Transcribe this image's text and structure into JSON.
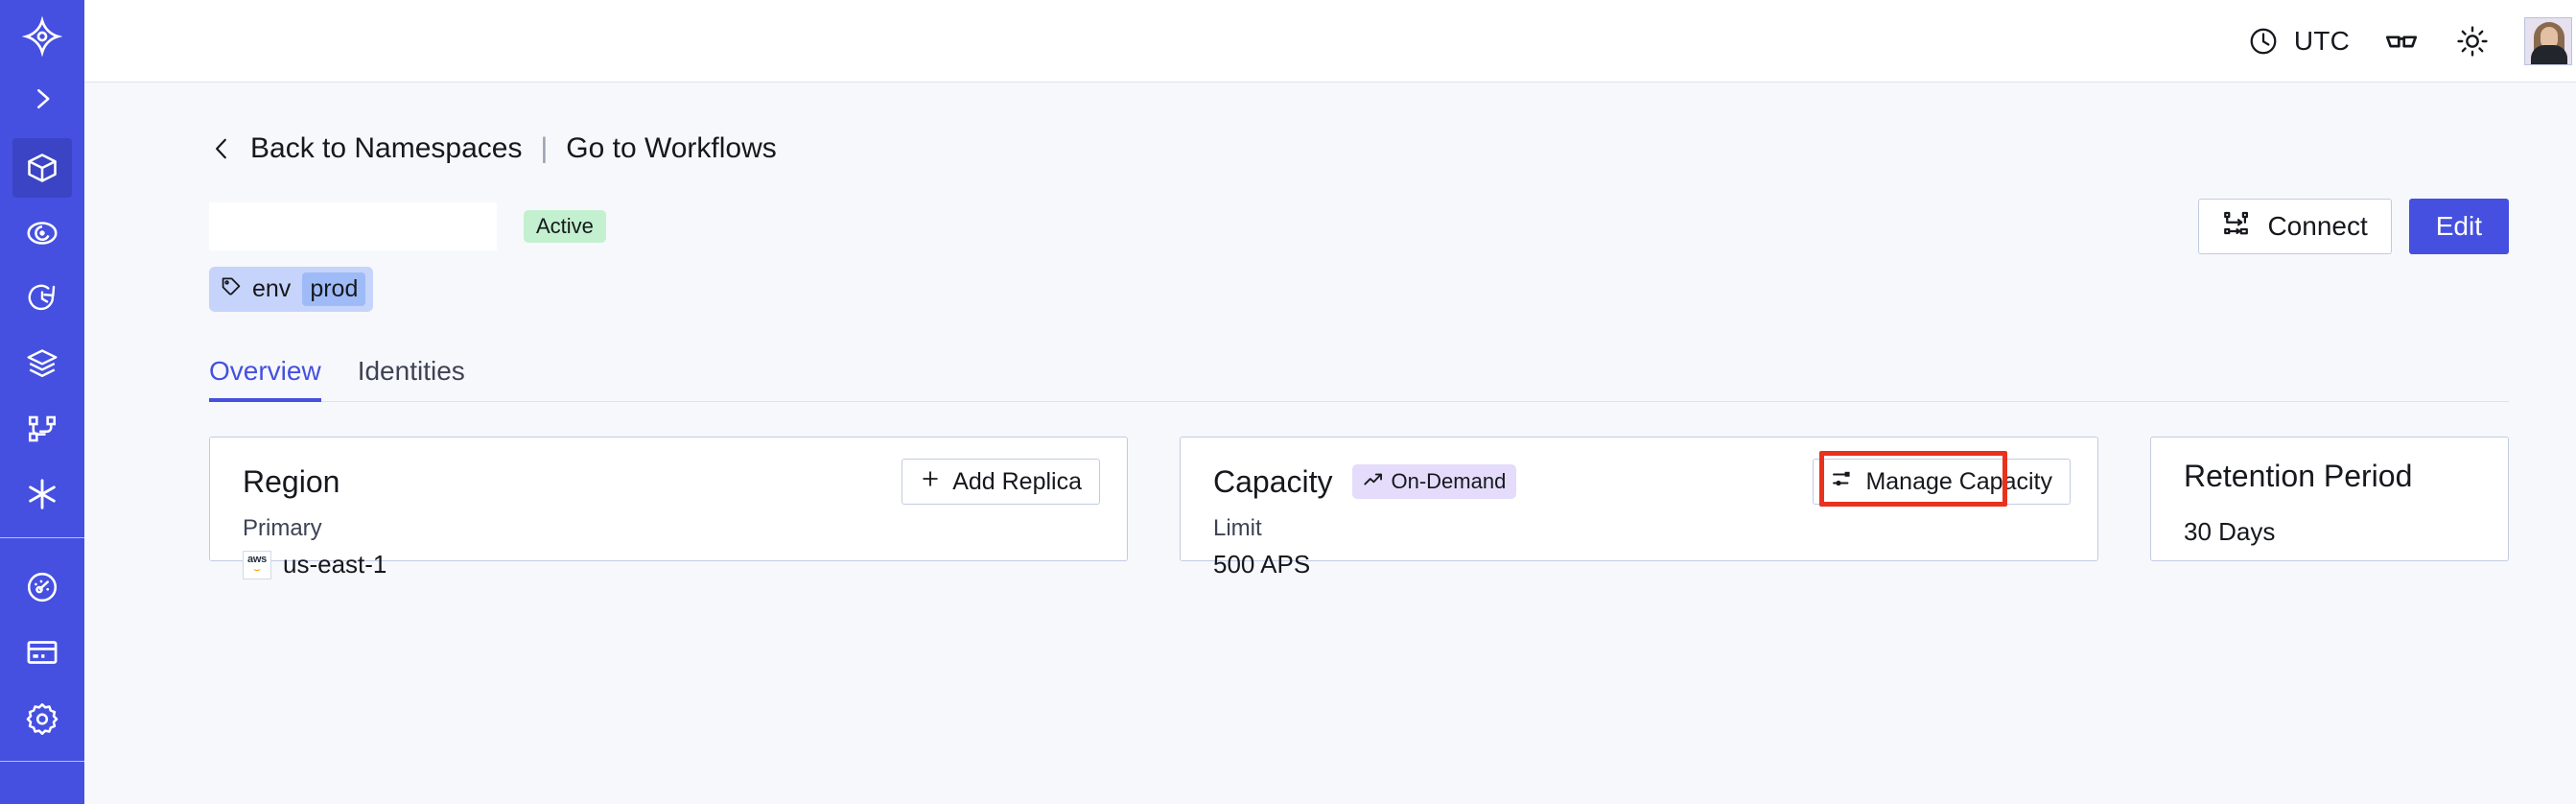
{
  "sidebar": {
    "items": [
      {
        "icon": "temporal-logo-icon",
        "name": "logo",
        "active": false
      },
      {
        "icon": "chevron-right-icon",
        "name": "expand-sidebar",
        "active": false
      },
      {
        "icon": "cube-icon",
        "name": "namespaces",
        "active": true
      },
      {
        "icon": "eye-icon",
        "name": "observability",
        "active": false
      },
      {
        "icon": "history-clock-icon",
        "name": "history",
        "active": false
      },
      {
        "icon": "layers-icon",
        "name": "layers",
        "active": false
      },
      {
        "icon": "workflow-graph-icon",
        "name": "workflows",
        "active": false
      },
      {
        "icon": "asterisk-icon",
        "name": "integrations",
        "active": false
      },
      {
        "icon": "gauge-icon",
        "name": "usage",
        "active": false
      },
      {
        "icon": "credit-card-icon",
        "name": "billing",
        "active": false
      },
      {
        "icon": "gear-icon",
        "name": "settings",
        "active": false
      }
    ]
  },
  "topbar": {
    "timezone_label": "UTC",
    "timezone_icon": "clock-icon",
    "glasses_icon": "glasses-icon",
    "theme_icon": "sun-icon",
    "avatar_icon": "user-avatar"
  },
  "breadcrumb": {
    "back_icon": "chevron-left-icon",
    "back_label": "Back to Namespaces",
    "separator": "|",
    "forward_label": "Go to Workflows"
  },
  "header": {
    "namespace_name": "",
    "status": "Active",
    "connect_label": "Connect",
    "connect_icon": "connect-flow-icon",
    "edit_label": "Edit"
  },
  "tag": {
    "icon": "tag-icon",
    "key": "env",
    "value": "prod"
  },
  "tabs": [
    {
      "label": "Overview",
      "active": true
    },
    {
      "label": "Identities",
      "active": false
    }
  ],
  "cards": {
    "region": {
      "title": "Region",
      "action_label": "Add Replica",
      "action_icon": "plus-icon",
      "sub_label": "Primary",
      "provider_icon": "aws-logo",
      "provider_text": "aws",
      "value": "us-east-1"
    },
    "capacity": {
      "title": "Capacity",
      "badge_label": "On-Demand",
      "badge_icon": "trending-up-icon",
      "action_label": "Manage Capacity",
      "action_icon": "sliders-icon",
      "sub_label": "Limit",
      "value": "500 APS"
    },
    "retention": {
      "title": "Retention Period",
      "value": "30  Days"
    }
  },
  "colors": {
    "brand_blue": "#4550e0",
    "page_bg": "#f7f8fb",
    "card_border": "#c3cbe2",
    "status_green": "#c3f0cf",
    "badge_purple": "#e4dcfa",
    "tag_blue": "#c6d4fb",
    "tag_value_blue": "#9fbbf7",
    "annotation_red": "#e8321e"
  }
}
